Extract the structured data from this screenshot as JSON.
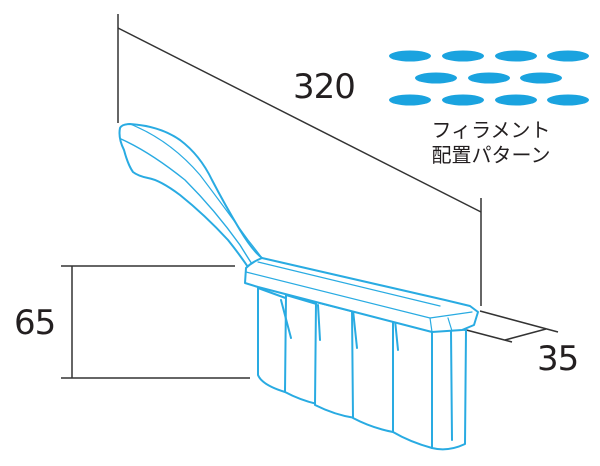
{
  "diagram": {
    "subject": "hand brush",
    "dimensions": {
      "length": "320",
      "height": "65",
      "width": "35"
    },
    "filament_pattern": {
      "caption_line1": "フィラメント",
      "caption_line2": "配置パターン",
      "rows": [
        4,
        3,
        4
      ],
      "color": "#1aa3df"
    },
    "colors": {
      "outline": "#29abe2",
      "dimension_line": "#333333",
      "text": "#231f20"
    }
  }
}
